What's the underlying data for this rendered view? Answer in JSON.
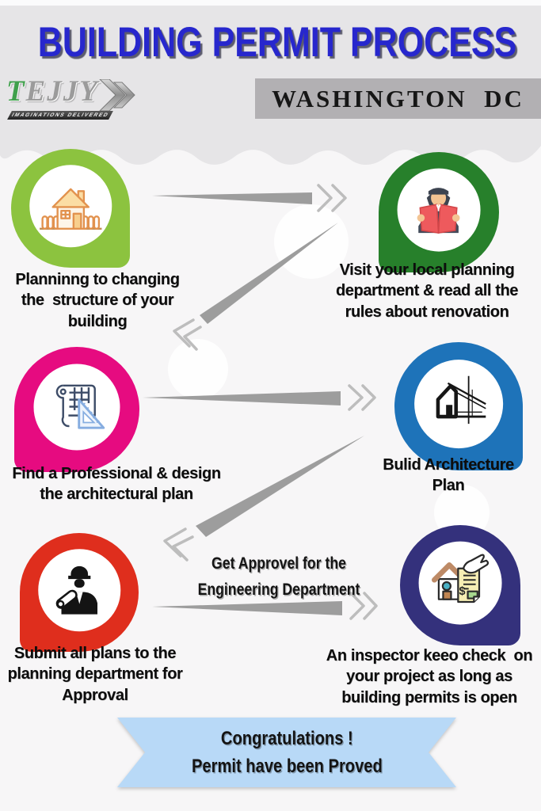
{
  "header": {
    "title": "BUILDING PERMIT PROCESS",
    "location": "WASHINGTON  DC",
    "logo": {
      "name": "TEJJY",
      "tagline": "IMAGINATIONS DELIVERED"
    }
  },
  "steps": [
    {
      "caption": "Planninng to changing\nthe  structure of your\nbuilding",
      "icon": "house-icon",
      "bubble_color": "#8cc33f",
      "tail": "right"
    },
    {
      "caption": "Visit your local planning\ndepartment & read all the\nrules about renovation",
      "icon": "reading-person-icon",
      "bubble_color": "#27802b",
      "tail": "left"
    },
    {
      "caption": "Find a Professional & design\nthe architectural plan",
      "icon": "blueprint-icon",
      "bubble_color": "#e60b80",
      "tail": "left"
    },
    {
      "caption": "Bulid Architecture\nPlan",
      "icon": "architecture-plan-icon",
      "bubble_color": "#1e73b9",
      "tail": "right"
    },
    {
      "caption": "Submit all plans to the\nplanning department for\nApproval",
      "icon": "engineer-icon",
      "bubble_color": "#df2e1d",
      "tail": "left"
    },
    {
      "caption": "An inspector keeo check  on\nyour project as long as\nbuilding permits is open",
      "icon": "inspector-document-icon",
      "bubble_color": "#34317c",
      "tail": "right"
    }
  ],
  "annotations": {
    "approval_note": "Get Approvel for the\nEngineering Department"
  },
  "banner": {
    "line1": "Congratulations !",
    "line2": "Permit have been Proved",
    "color": "#b8d9f7"
  },
  "colors": {
    "title": "#2727cd",
    "header_band": "#e6e5e7",
    "body_background": "#f7f6f7",
    "location_box": "#b2b0b3",
    "arrow": "#9d9d9d",
    "chevron": "#bdbdbd",
    "logo_green": "#3fa04b",
    "logo_silver": "#9b9b9b"
  }
}
